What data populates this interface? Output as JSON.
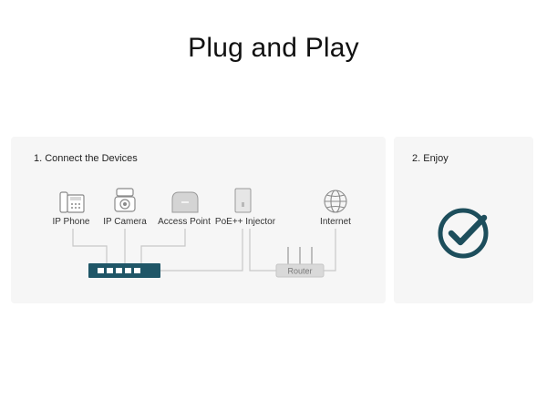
{
  "page": {
    "title": "Plug and Play"
  },
  "connect": {
    "heading": "1. Connect the Devices",
    "devices": {
      "ip_phone": "IP Phone",
      "ip_camera": "IP Camera",
      "access_point": "Access Point",
      "injector": "PoE++ Injector",
      "internet": "Internet"
    },
    "router": "Router"
  },
  "enjoy": {
    "heading": "2. Enjoy"
  },
  "colors": {
    "accent": "#1d4e5c",
    "switch": "#1f5667",
    "panel": "#f6f6f6",
    "line": "#c8c8c8"
  }
}
